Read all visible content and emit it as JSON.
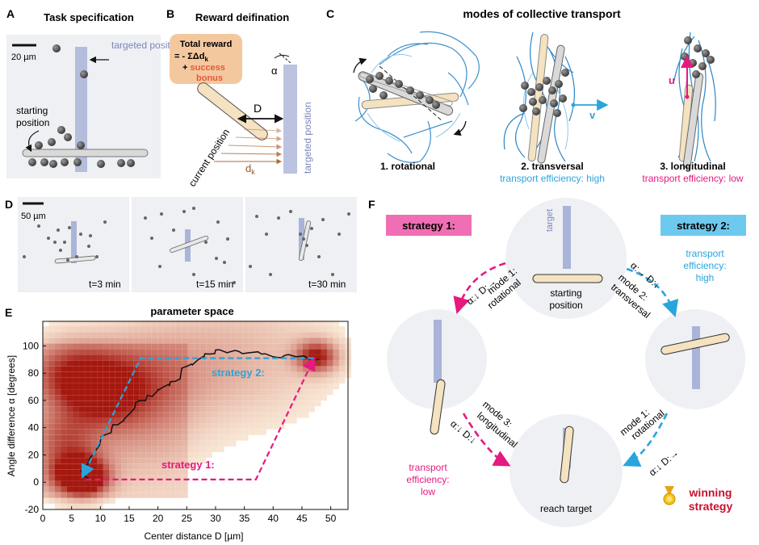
{
  "panels": {
    "a": {
      "letter": "A",
      "title": "Task specification",
      "scale": "20 µm",
      "target": "targeted position",
      "start_l1": "starting",
      "start_l2": "position"
    },
    "b": {
      "letter": "B",
      "title": "Reward deifination",
      "box_l1": "Total reward",
      "box_l2a": "= - ΣΔd",
      "box_l2sub": "k",
      "box_l3a": "+ ",
      "box_l3b": "success",
      "box_l4": "bonus",
      "alpha": "α",
      "D": "D",
      "current": "current position",
      "dk": "d",
      "dk_sub": "k",
      "target": "targeted position"
    },
    "c": {
      "letter": "C",
      "title": "modes of collective transport",
      "v": "v",
      "u": "u",
      "m1": "1. rotational",
      "m2": "2. transversal",
      "m2eff": "transport efficiency: high",
      "m3": "3. longitudinal",
      "m3eff": "transport efficiency: low"
    },
    "d": {
      "letter": "D",
      "scale": "50 µm",
      "times": [
        "t=3 min",
        "t=15 min",
        "t=30 min"
      ]
    },
    "e": {
      "letter": "E",
      "title": "parameter space",
      "strategy1": "strategy 1:",
      "strategy2": "strategy 2:"
    },
    "f": {
      "letter": "F",
      "s1": "strategy 1:",
      "s2": "strategy 2:",
      "target": "target",
      "start_l1": "starting",
      "start_l2": "position",
      "reach": "reach target",
      "eff_high_l1": "transport",
      "eff_high_l2": "efficiency:",
      "eff_high_l3": "high",
      "eff_low_l1": "transport",
      "eff_low_l2": "efficiency:",
      "eff_low_l3": "low",
      "mode1_rot_l1": "mode 1:",
      "mode1_rot_l2": "rotational",
      "mode2_tr_l1": "mode 2:",
      "mode2_tr_l2": "transversal",
      "mode3_l1": "mode 3:",
      "mode3_l2": "longitudinal",
      "mode1b_l1": "mode 1:",
      "mode1b_l2": "rotational",
      "alphaD_1": "α:↓ D:→",
      "alphaD_2": "α:→ D:↓",
      "alphaD_3": "α:↓ D:↓",
      "alphaD_4": "α:↓ D:→",
      "winning_l1": "winning",
      "winning_l2": "strategy"
    }
  },
  "colors": {
    "magenta": "#e6197f",
    "cyan": "#2aa4dc",
    "target_blue": "#aab4d8",
    "rod": "#f4e2c0",
    "panel_bg": "#eef0f3",
    "label_orange": "#e6583a"
  },
  "chart_data": {
    "type": "heatmap",
    "title": "parameter space",
    "xlabel": "Center distance D [µm]",
    "ylabel": "Angle difference α [degrees]",
    "xlim": [
      0,
      53
    ],
    "ylim": [
      -20,
      118
    ],
    "xticks": [
      0,
      5,
      10,
      15,
      20,
      25,
      30,
      35,
      40,
      45,
      50
    ],
    "yticks": [
      -20,
      0,
      20,
      40,
      60,
      80,
      100
    ],
    "trajectory_x": [
      48,
      46,
      44,
      42,
      40,
      38,
      36,
      34,
      32,
      30,
      29,
      28,
      27,
      26,
      25,
      24,
      23,
      22,
      21,
      20,
      19,
      18,
      17,
      16,
      15,
      14,
      13,
      12,
      11,
      10,
      9,
      8,
      7,
      7,
      8
    ],
    "trajectory_y": [
      90,
      91,
      92,
      93,
      92,
      94,
      95,
      96,
      95,
      97,
      94,
      92,
      90,
      86,
      85,
      80,
      74,
      71,
      70,
      68,
      63,
      62,
      60,
      55,
      50,
      45,
      42,
      40,
      35,
      30,
      22,
      15,
      10,
      5,
      3
    ],
    "strategy1_path": {
      "x": [
        7.5,
        37,
        47
      ],
      "y": [
        2,
        2,
        90
      ]
    },
    "strategy2_path": {
      "x": [
        47,
        17,
        7
      ],
      "y": [
        91,
        91,
        5
      ]
    }
  }
}
